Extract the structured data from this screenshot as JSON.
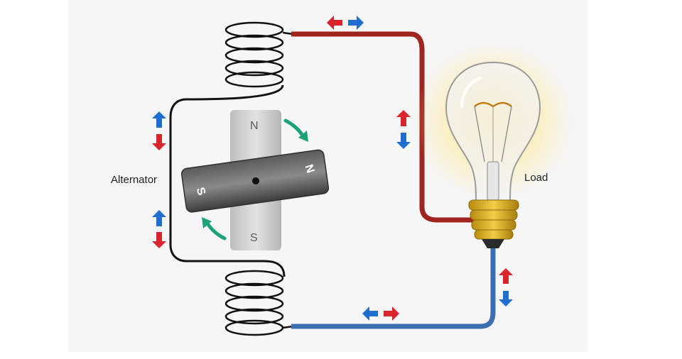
{
  "labels": {
    "alternator": "Alternator",
    "load": "Load"
  },
  "magnet": {
    "rotor_north": "N",
    "rotor_south": "S",
    "stator_north": "N",
    "stator_south": "S"
  },
  "colors": {
    "red_wire": "#a0231e",
    "blue_wire": "#3c6fb0",
    "black_wire": "#111111",
    "arrow_red": "#d8262b",
    "arrow_blue": "#1f6fd1",
    "rotation_arrow": "#1aa37a",
    "magnet_gray": "#cfcfcf",
    "rotor_dark": "#4a4a4a",
    "bulb_base": "#e0b020",
    "glow": "#ffd74a"
  },
  "icons": {
    "current_arrows": "red-blue-direction-arrows",
    "rotation": "rotation-arrow",
    "coil": "coil-icon",
    "bulb": "lightbulb-icon"
  }
}
